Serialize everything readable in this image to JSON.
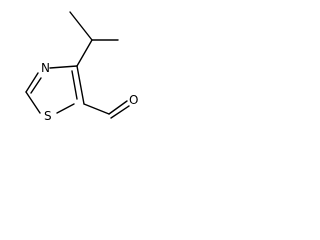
{
  "molecule": {
    "atoms": {
      "nitrogen": "N",
      "sulfur": "S",
      "oxygen": "O"
    }
  }
}
